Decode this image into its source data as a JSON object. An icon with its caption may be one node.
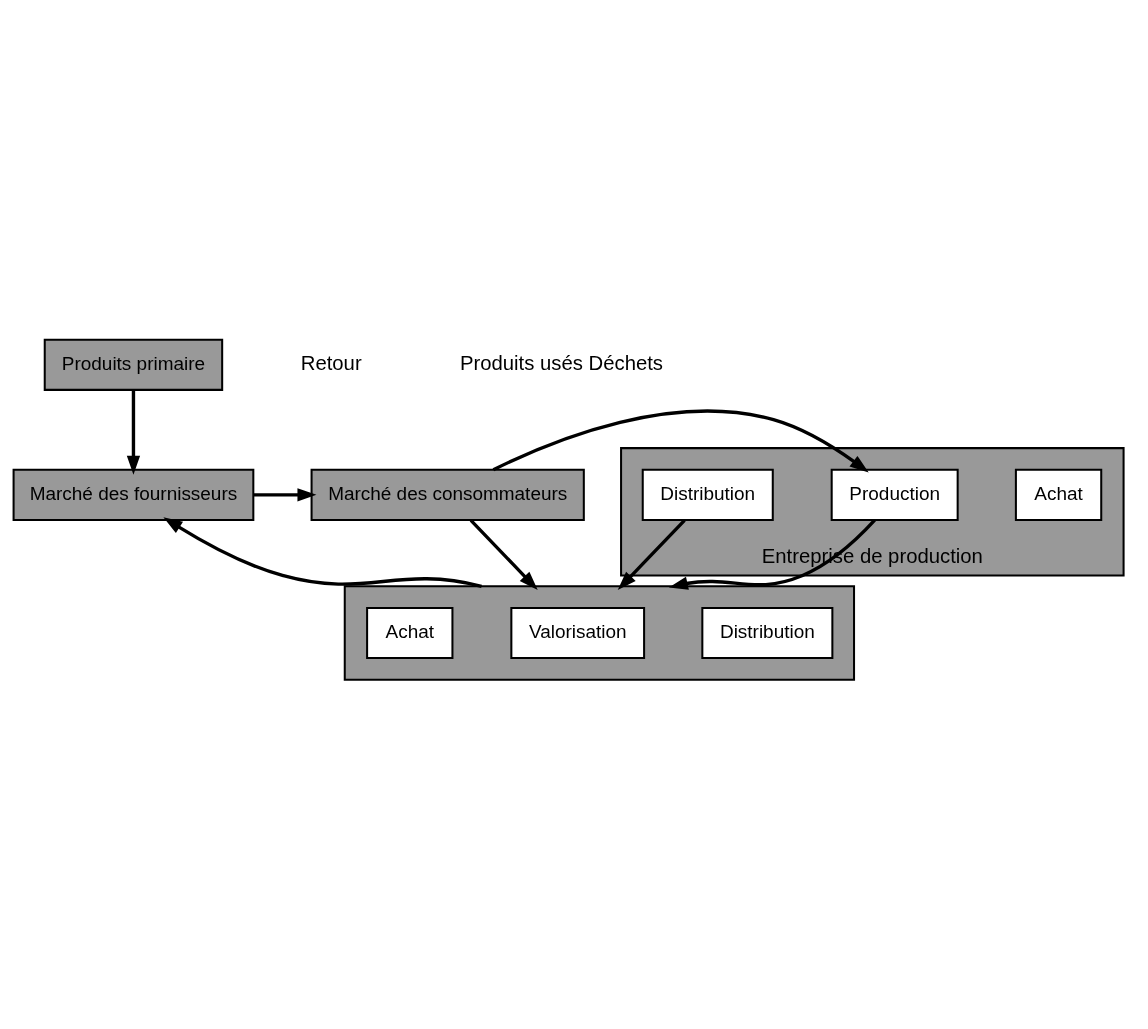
{
  "diagram": {
    "nodes": [
      {
        "text": [
          "Produits primaire"
        ]
      },
      {
        "text": [
          "Marché des fournisseurs"
        ]
      },
      {
        "text": [
          "Entreprise de production"
        ]
      },
      {
        "text": [
          "Achat"
        ],
        "in": 2
      },
      {
        "text": [
          "Production"
        ],
        "in": 2
      },
      {
        "text": [
          "Distribution"
        ],
        "in": 2
      },
      {
        "text": [
          "Marché des consommateurs"
        ]
      },
      {
        "text": [],
        "shape": "box"
      },
      {
        "text": [
          "Distribution"
        ],
        "in": 7
      },
      {
        "text": [
          "Valorisation"
        ],
        "in": 7
      },
      {
        "text": [
          "Achat"
        ],
        "in": 7
      }
    ],
    "edges": [
      {
        "from": 0,
        "to": 1,
        "arrow": "to"
      },
      {
        "from": 1,
        "to": 6,
        "arrow": "to"
      },
      {
        "from": 6,
        "to": 4,
        "arrow": "to"
      },
      {
        "from": 4,
        "to": 7,
        "arrow": "to"
      },
      {
        "from": 5,
        "to": 7,
        "arrow": "to"
      },
      {
        "from": 6,
        "to": 7,
        "arrow": "to"
      },
      {
        "from": 7,
        "to": 1,
        "arrow": "to"
      }
    ],
    "labels": [
      "Retour",
      "Produits usés Déchets"
    ]
  }
}
